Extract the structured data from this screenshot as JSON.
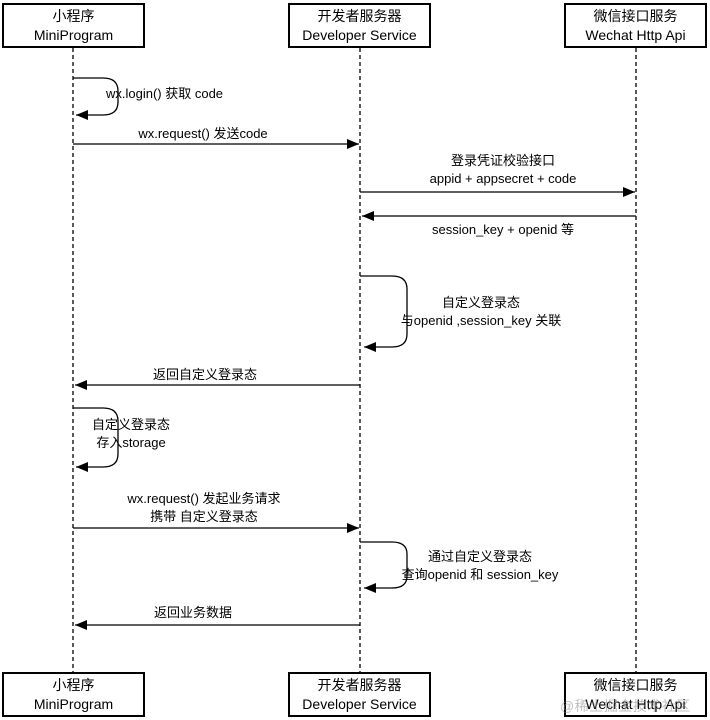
{
  "diagram_type": "sequence-diagram",
  "colors": {
    "background": "#ffffff",
    "line": "#000000",
    "text": "#000000",
    "watermark": "#8c8c8c"
  },
  "actors": [
    {
      "name_cn": "小程序",
      "name_en": "MiniProgram"
    },
    {
      "name_cn": "开发者服务器",
      "name_en": "Developer Service"
    },
    {
      "name_cn": "微信接口服务",
      "name_en": "Wechat Http Api"
    }
  ],
  "messages": [
    {
      "type": "self",
      "actor": "MiniProgram",
      "label": "wx.login() 获取 code"
    },
    {
      "type": "arrow",
      "from": "MiniProgram",
      "to": "Developer Service",
      "label": "wx.request() 发送code"
    },
    {
      "type": "arrow",
      "from": "Developer Service",
      "to": "Wechat Http Api",
      "label": "登录凭证校验接口\nappid + appsecret + code"
    },
    {
      "type": "arrow",
      "from": "Wechat Http Api",
      "to": "Developer Service",
      "label": "session_key + openid 等"
    },
    {
      "type": "self",
      "actor": "Developer Service",
      "label": "自定义登录态\n与openid ,session_key 关联"
    },
    {
      "type": "arrow",
      "from": "Developer Service",
      "to": "MiniProgram",
      "label": "返回自定义登录态"
    },
    {
      "type": "self",
      "actor": "MiniProgram",
      "label": "自定义登录态\n存入storage"
    },
    {
      "type": "arrow",
      "from": "MiniProgram",
      "to": "Developer Service",
      "label": "wx.request() 发起业务请求\n携带 自定义登录态"
    },
    {
      "type": "self",
      "actor": "Developer Service",
      "label": "通过自定义登录态\n查询openid 和 session_key"
    },
    {
      "type": "arrow",
      "from": "Developer Service",
      "to": "MiniProgram",
      "label": "返回业务数据"
    }
  ],
  "watermark": "@稀土掘金技术社区"
}
